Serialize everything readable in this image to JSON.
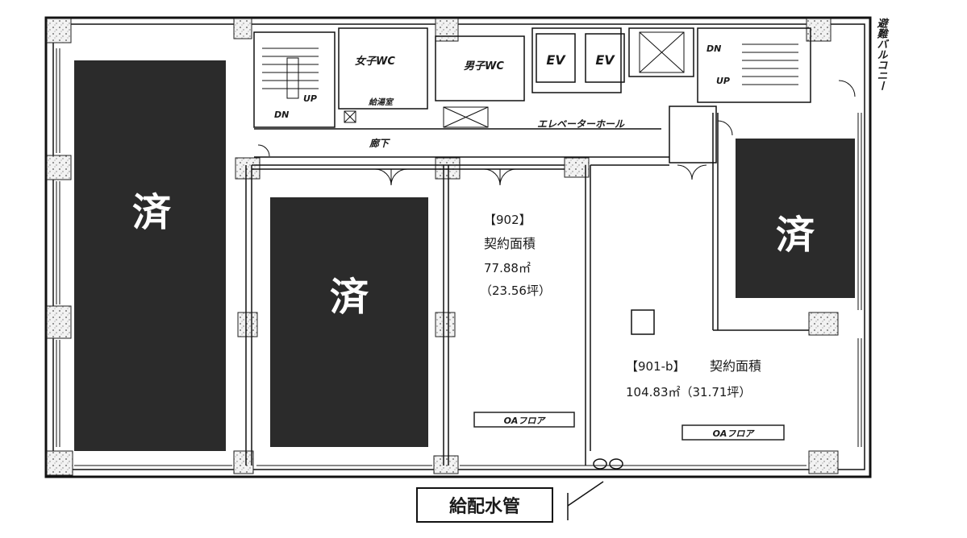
{
  "plan": {
    "taken_mark": "済",
    "unit_902": {
      "code": "【902】",
      "label": "契約面積",
      "area_sqm": "77.88㎡",
      "area_tsubo": "（23.56坪）",
      "floor_note": "OAフロア"
    },
    "unit_901b": {
      "code": "【901-b】",
      "label": "契約面積",
      "area_line": "104.83㎡（31.71坪）",
      "floor_note": "OAフロア"
    },
    "wc_women": "女子WC",
    "wc_men": "男子WC",
    "ev1": "EV",
    "ev2": "EV",
    "elevator_hall": "エレベーターホール",
    "corridor": "廊下",
    "stair_dn": "DN",
    "stair_up": "UP",
    "stair2_dn": "DN",
    "stair2_up": "UP",
    "kitchen": "給湯室",
    "balcony": "避難バルコニー",
    "water_pipe": "給配水管"
  }
}
